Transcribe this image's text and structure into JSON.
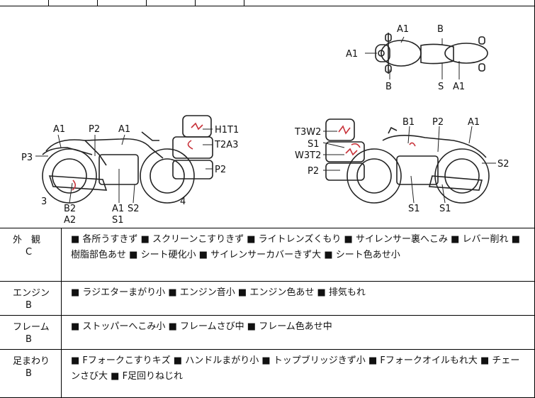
{
  "diagram": {
    "top_view": {
      "labels": [
        "A1",
        "A1",
        "B",
        "B",
        "S",
        "A1"
      ]
    },
    "left_view": {
      "labels": [
        "A1",
        "P2",
        "A1",
        "P3",
        "H1T1",
        "T2A3",
        "P2",
        "3",
        "B2",
        "A2",
        "A1",
        "S1",
        "S2",
        "4"
      ]
    },
    "right_view": {
      "labels": [
        "T3W2",
        "B1",
        "P2",
        "A1",
        "S1",
        "W3T2",
        "P2",
        "S2",
        "S1",
        "S1"
      ]
    }
  },
  "rows": [
    {
      "name": "外　観",
      "grade": "C",
      "items": [
        "各所うすきず",
        "スクリーンこすりきず",
        "ライトレンズくもり",
        "サイレンサー裏へこみ",
        "レバー削れ",
        "樹脂部色あせ",
        "シート硬化小",
        "サイレンサーカバーきず大",
        "シート色あせ小"
      ]
    },
    {
      "name": "エンジン",
      "grade": "B",
      "items": [
        "ラジエターまがり小",
        "エンジン音小",
        "エンジン色あせ",
        "排気もれ"
      ]
    },
    {
      "name": "フレーム",
      "grade": "B",
      "items": [
        "ストッパーへこみ小",
        "フレームさび中",
        "フレーム色あせ中"
      ]
    },
    {
      "name": "足まわり",
      "grade": "B",
      "items": [
        "Fフォークこすりキズ",
        "ハンドルまがり小",
        "トップブリッジきず小",
        "Fフォークオイルもれ大",
        "チェーンさび大",
        "F足回りねじれ"
      ]
    }
  ]
}
